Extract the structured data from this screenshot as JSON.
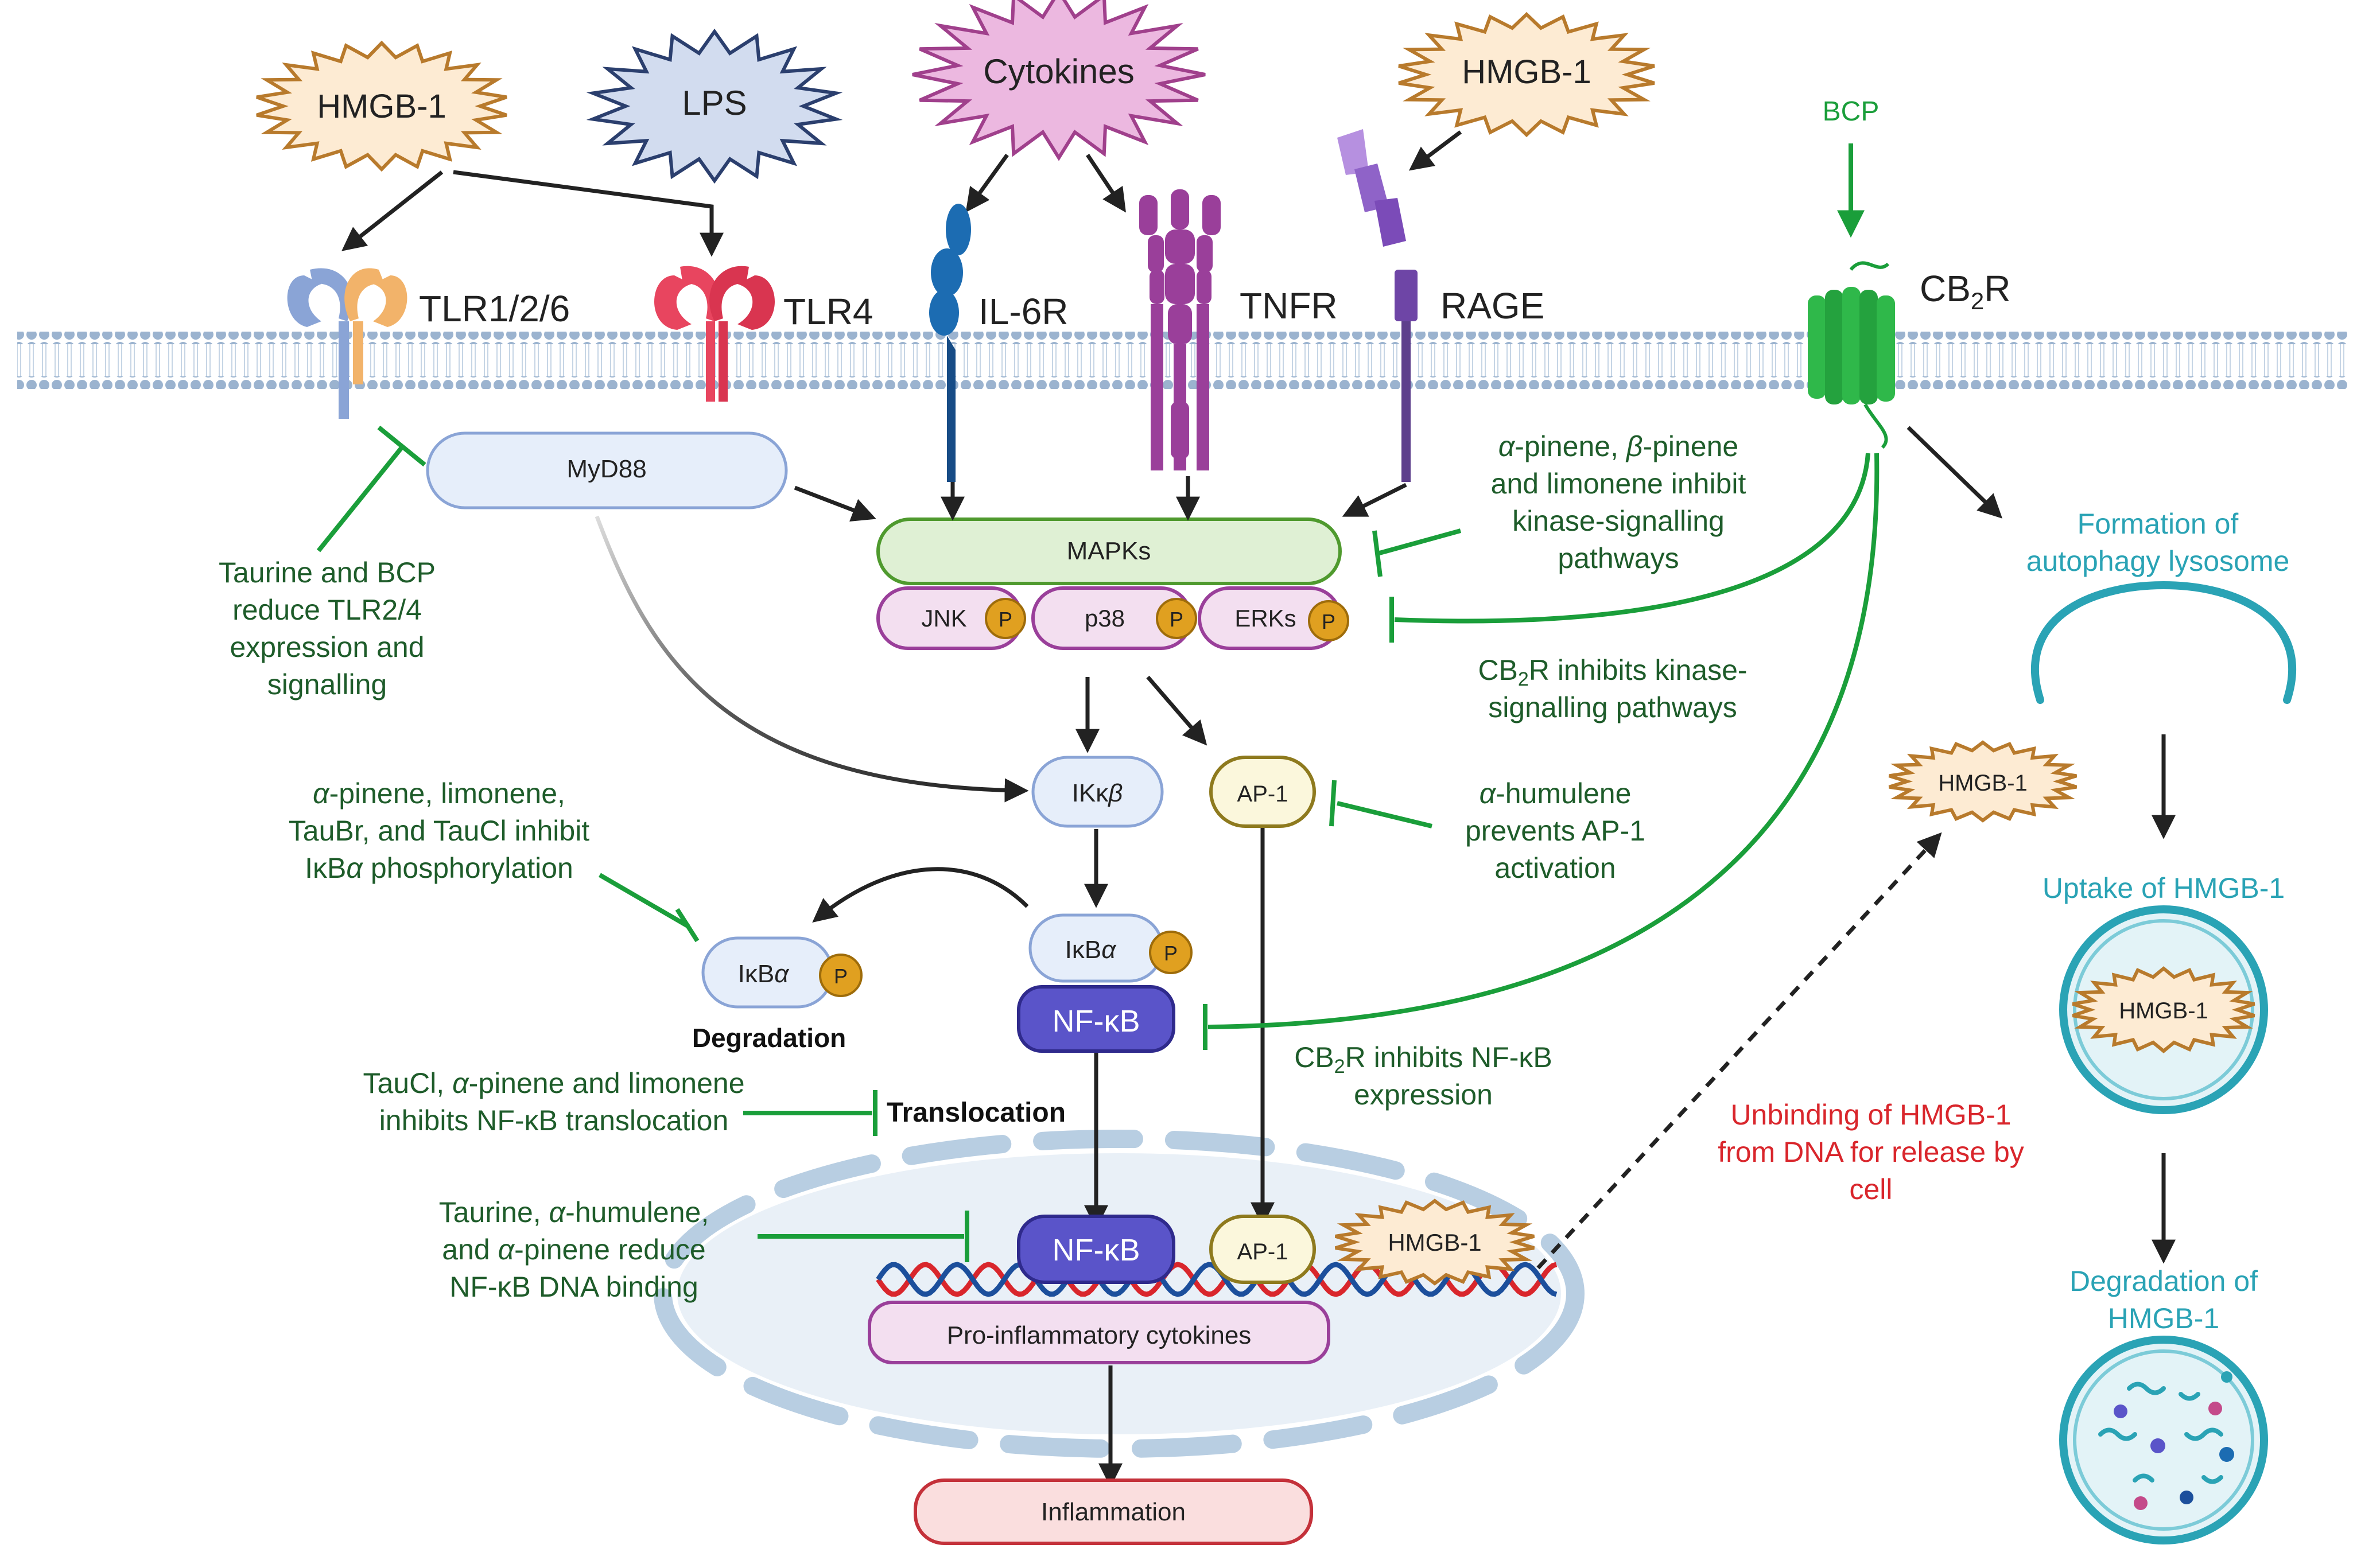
{
  "ligands": {
    "hmgb1_left": "HMGB-1",
    "lps": "LPS",
    "cytokines": "Cytokines",
    "hmgb1_right": "HMGB-1",
    "bcp": "BCP"
  },
  "receptors": {
    "tlr126": "TLR1/2/6",
    "tlr4": "TLR4",
    "il6r": "IL-6R",
    "tnfr": "TNFR",
    "rage": "RAGE",
    "cb2r_main": "CB",
    "cb2r_sub": "2",
    "cb2r_end": "R"
  },
  "pathway": {
    "myd88": "MyD88",
    "mapks": "MAPKs",
    "jnk": "JNK",
    "p38": "p38",
    "erks": "ERKs",
    "phospho": "P",
    "ikkb_a": "IKκ",
    "ikkb_b": "β",
    "ap1": "AP-1",
    "ikba_a": "IκB",
    "ikba_b": "α",
    "nfkb": "NF-κB",
    "degradation": "Degradation",
    "translocation": "Translocation",
    "hmgb1": "HMGB-1",
    "pro_inflammatory": "Pro-inflammatory cytokines",
    "inflammation": "Inflammation"
  },
  "annotations": {
    "taurine_bcp": [
      "Taurine and BCP",
      "reduce TLR2/4",
      "expression and",
      "signalling"
    ],
    "pinene_kinase": {
      "l1_a": "α",
      "l1_b": "-pinene, ",
      "l1_c": "β",
      "l1_d": "-pinene",
      "l2": "and limonene inhibit",
      "l3": "kinase-signalling",
      "l4": "pathways"
    },
    "cb2r_kinase": {
      "l1_a": "CB",
      "l1_b": "2",
      "l1_c": "R inhibits kinase-",
      "l2": "signalling pathways"
    },
    "humulene_ap1": {
      "l1_a": "α",
      "l1_b": "-humulene",
      "l2": "prevents AP-1",
      "l3": "activation"
    },
    "ikba_inhibit": {
      "l1_a": "α",
      "l1_b": "-pinene, limonene,",
      "l2": "TauBr, and TauCl inhibit",
      "l3_a": "IκB",
      "l3_b": "α",
      "l3_c": " phosphorylation"
    },
    "cb2r_nfkb": {
      "l1_a": "CB",
      "l1_b": "2",
      "l1_c": "R inhibits NF-κB",
      "l2": "expression"
    },
    "taucl_translocation": {
      "l1_a": "TauCl, ",
      "l1_b": "α",
      "l1_c": "-pinene and limonene",
      "l2": "inhibits NF-κB translocation"
    },
    "taurine_dna": {
      "l1_a": "Taurine, ",
      "l1_b": "α",
      "l1_c": "-humulene,",
      "l2_a": "and ",
      "l2_b": "α",
      "l2_c": "-pinene reduce",
      "l3": "NF-κB DNA binding"
    },
    "unbinding": [
      "Unbinding of HMGB-1",
      "from DNA for release by",
      "cell"
    ],
    "autophagy": [
      "Formation of",
      "autophagy lysosome"
    ],
    "uptake": "Uptake of HMGB-1",
    "degradation_hmgb1": [
      "Degradation of",
      "HMGB-1"
    ]
  },
  "colors": {
    "green": "#1a9e3a",
    "dark_green": "#1e5c2a",
    "teal": "#2aa3b5",
    "red": "#d9262c",
    "membrane": "#9bb3cf",
    "mapk_fill": "#dff0d4",
    "kinase_fill": "#f3dff0",
    "nfkb_fill": "#5a54c9",
    "ikb_fill": "#e6eefa",
    "ap1_fill": "#fbf7dc",
    "phospho_fill": "#e0a020"
  }
}
